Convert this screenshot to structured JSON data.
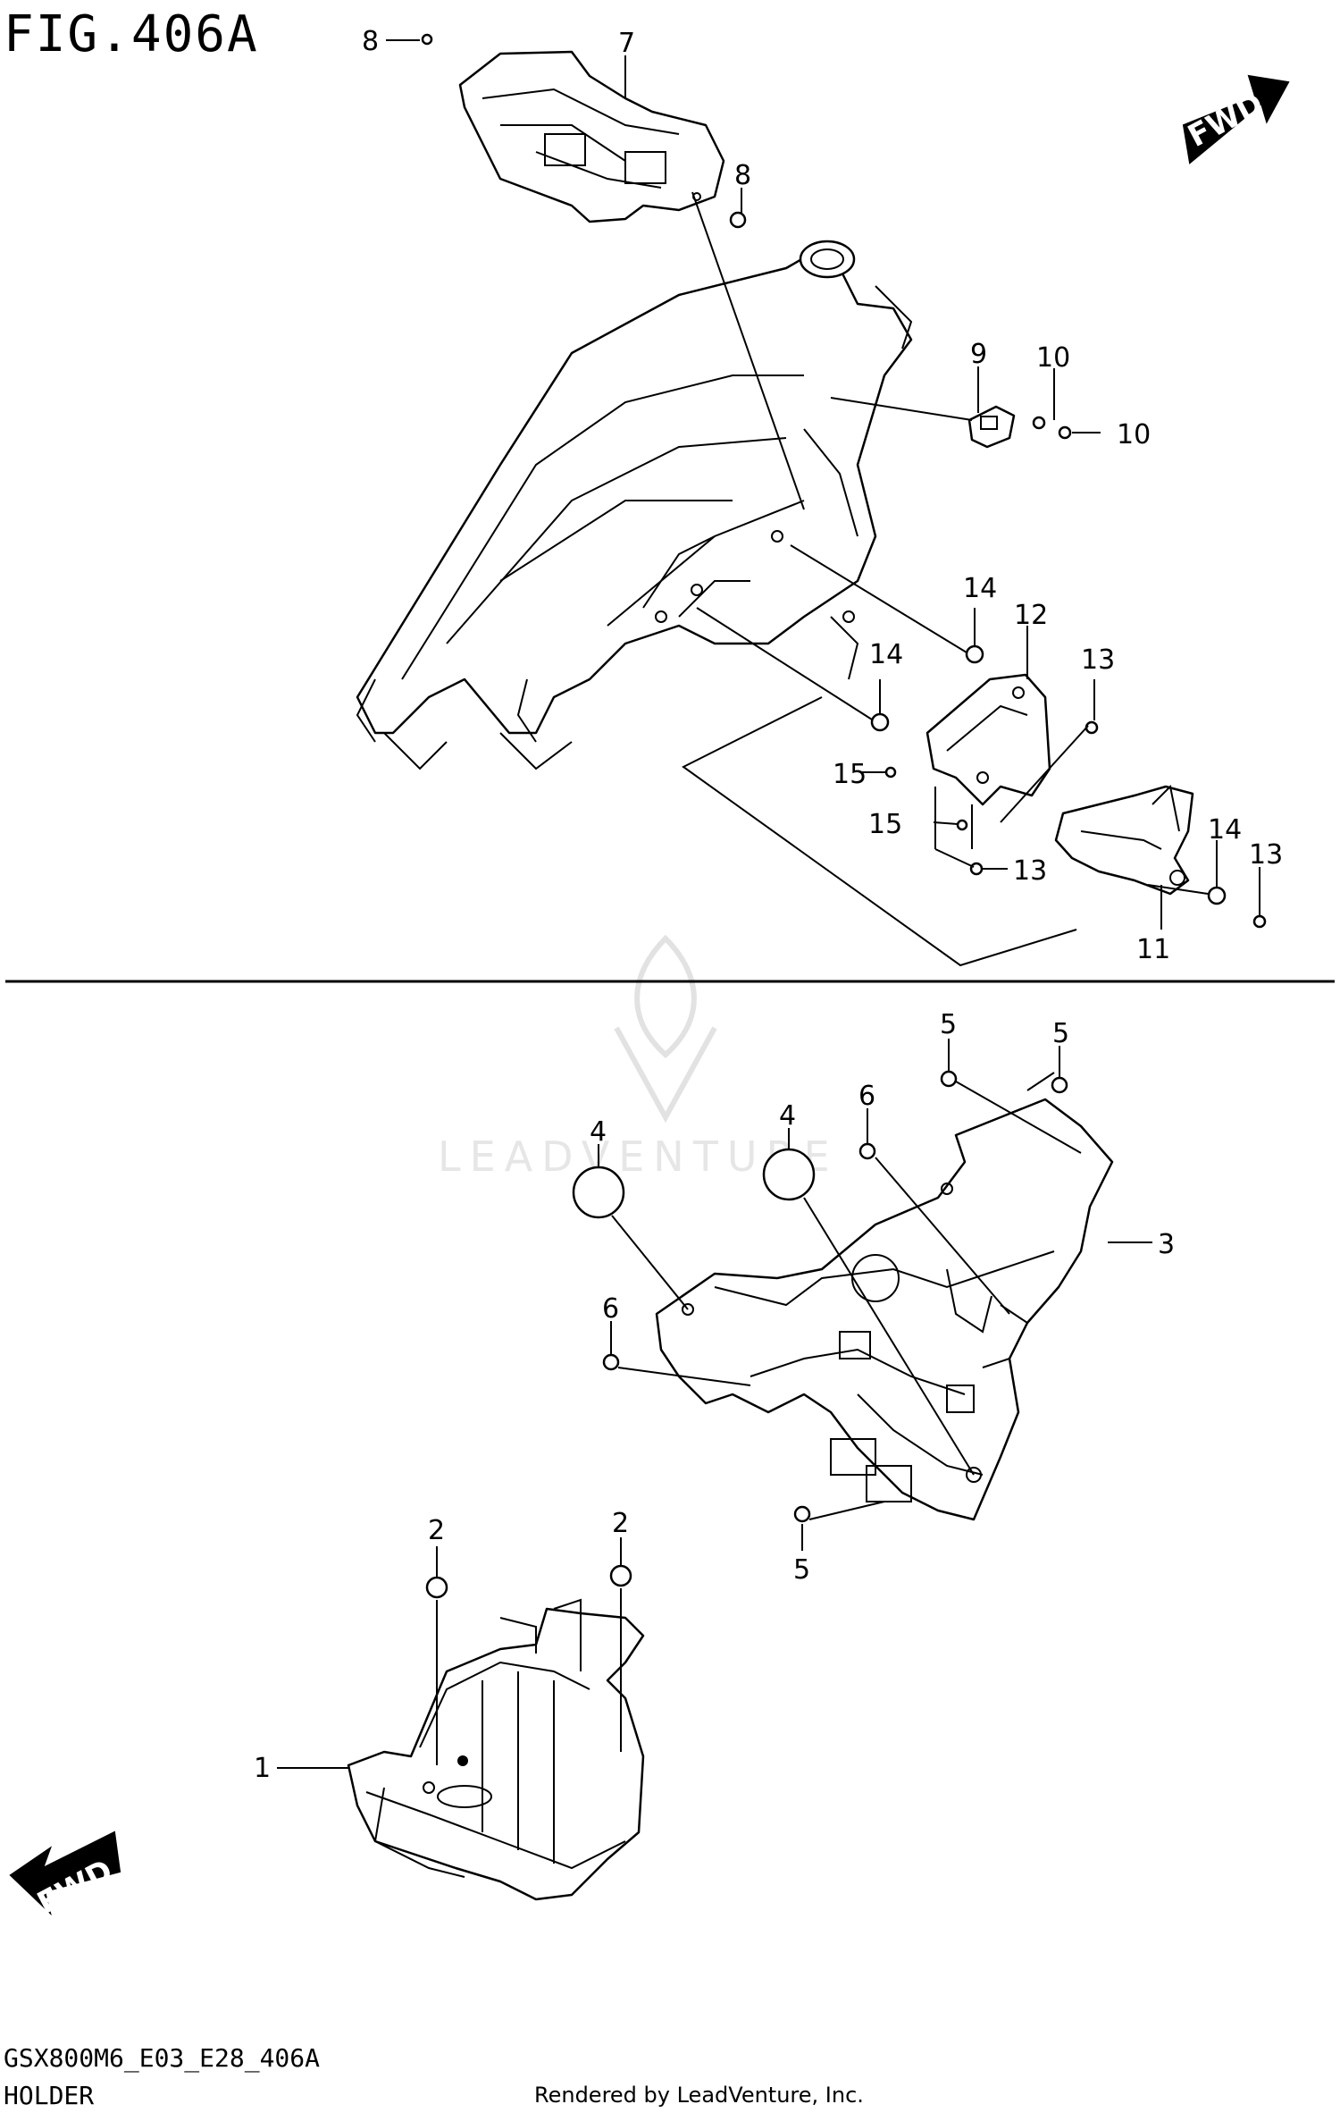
{
  "figure": {
    "title": "FIG.406A",
    "model_code": "GSX800M6_E03_E28_406A",
    "section_title": "HOLDER",
    "rendered_by": "Rendered by LeadVenture, Inc."
  },
  "watermark": {
    "text": "LEADVENTURE"
  },
  "direction_markers": {
    "fwd_label": "FWD"
  },
  "callouts": {
    "c1": "1",
    "c2a": "2",
    "c2b": "2",
    "c3": "3",
    "c4a": "4",
    "c4b": "4",
    "c5a": "5",
    "c5b": "5",
    "c5c": "5",
    "c6a": "6",
    "c6b": "6",
    "c7": "7",
    "c8a": "8",
    "c8b": "8",
    "c9": "9",
    "c10a": "10",
    "c10b": "10",
    "c11": "11",
    "c12": "12",
    "c13a": "13",
    "c13b": "13",
    "c13c": "13",
    "c14a": "14",
    "c14b": "14",
    "c14c": "14",
    "c15a": "15",
    "c15b": "15"
  }
}
